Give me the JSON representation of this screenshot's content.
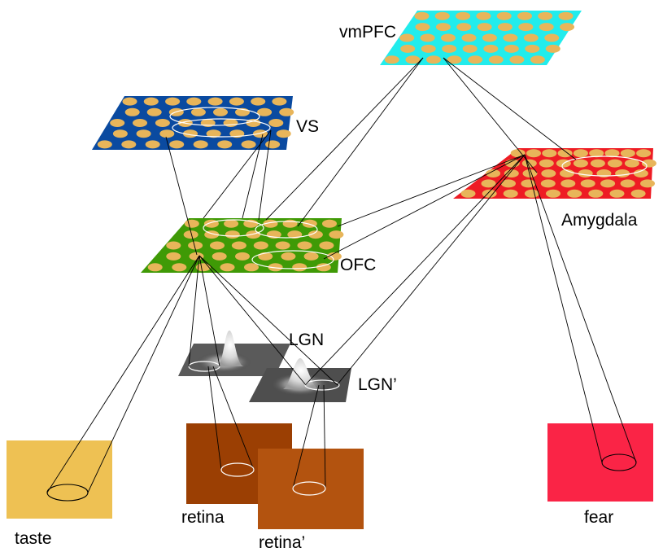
{
  "layers": {
    "vmpfc": {
      "label": "vmPFC",
      "color": "#22ecec"
    },
    "vs": {
      "label": "VS",
      "color": "#0a4aa0"
    },
    "amygdala": {
      "label": "Amygdala",
      "color": "#ee1c24"
    },
    "ofc": {
      "label": "OFC",
      "color": "#3f9a06"
    },
    "lgn": {
      "label": "LGN",
      "color": "#555555"
    },
    "lgn2": {
      "label": "LGN’",
      "color": "#4a4a4a"
    }
  },
  "inputs": {
    "taste": {
      "label": "taste",
      "color": "#eec153"
    },
    "retina": {
      "label": "retina",
      "color": "#9b3f03"
    },
    "retina2": {
      "label": "retina’",
      "color": "#b3530f"
    },
    "fear": {
      "label": "fear",
      "color": "#fa2446"
    }
  },
  "unit_color": "#e8b55a"
}
